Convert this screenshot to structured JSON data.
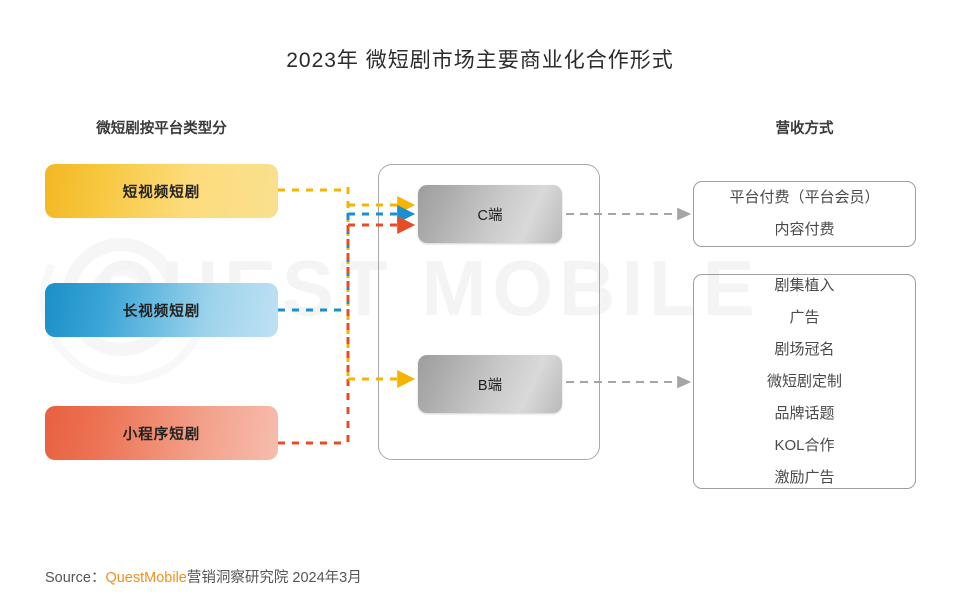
{
  "title": "2023年 微短剧市场主要商业化合作形式",
  "columns": {
    "left_header": "微短剧按平台类型分",
    "right_header": "营收方式"
  },
  "platforms": [
    {
      "label": "短视频短剧",
      "color": "#f3b723",
      "link_color": "#f5b400"
    },
    {
      "label": "长视频短剧",
      "color": "#1a8fc8",
      "link_color": "#1a8fd0"
    },
    {
      "label": "小程序短剧",
      "color": "#e8603f",
      "link_color": "#e74c28"
    }
  ],
  "ends": [
    {
      "label": "C端"
    },
    {
      "label": "B端"
    }
  ],
  "revenue": [
    {
      "lines": [
        "平台付费（平台会员）",
        "内容付费"
      ]
    },
    {
      "lines": [
        "剧集植入",
        "广告",
        "剧场冠名",
        "微短剧定制",
        "品牌话题",
        "KOL合作",
        "激励广告"
      ]
    }
  ],
  "watermark": {
    "text": "QUEST MOBILE"
  },
  "source": {
    "prefix": "Source：",
    "brand": "QuestMobile",
    "suffix": "营销洞察研究院 2024年3月"
  },
  "colors": {
    "arrow_gray": "#a5a5a5",
    "frame_gray": "#a8a8a8",
    "accent_orange": "#f0901e"
  }
}
